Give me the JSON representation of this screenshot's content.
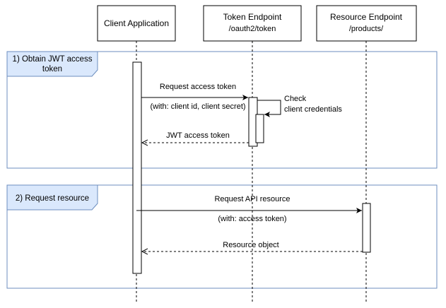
{
  "participants": [
    {
      "id": "client",
      "name": "Client Application",
      "subtitle": ""
    },
    {
      "id": "token",
      "name": "Token Endpoint",
      "subtitle": "/oauth2/token"
    },
    {
      "id": "resource",
      "name": "Resource Endpoint",
      "subtitle": "/products/"
    }
  ],
  "frames": [
    {
      "id": "obtain",
      "label_line1": "1) Obtain JWT access",
      "label_line2": "token"
    },
    {
      "id": "request",
      "label_line1": "2) Request resource",
      "label_line2": ""
    }
  ],
  "messages": [
    {
      "id": "request-access-token",
      "label": "Request access token",
      "sublabel": "(with: client id, client secret)",
      "style": "solid"
    },
    {
      "id": "check-credentials",
      "label": "Check",
      "sublabel": "client credentials",
      "style": "solid"
    },
    {
      "id": "jwt-access-token",
      "label": "JWT access token",
      "sublabel": "",
      "style": "dashed"
    },
    {
      "id": "request-api-resource",
      "label": "Request API resource",
      "sublabel": "(with: access token)",
      "style": "solid"
    },
    {
      "id": "resource-object",
      "label": "Resource object",
      "sublabel": "",
      "style": "dashed"
    }
  ],
  "colors": {
    "frame_border": "#6c8ebf",
    "frame_fill": "#dae8fc",
    "line": "#000000"
  }
}
